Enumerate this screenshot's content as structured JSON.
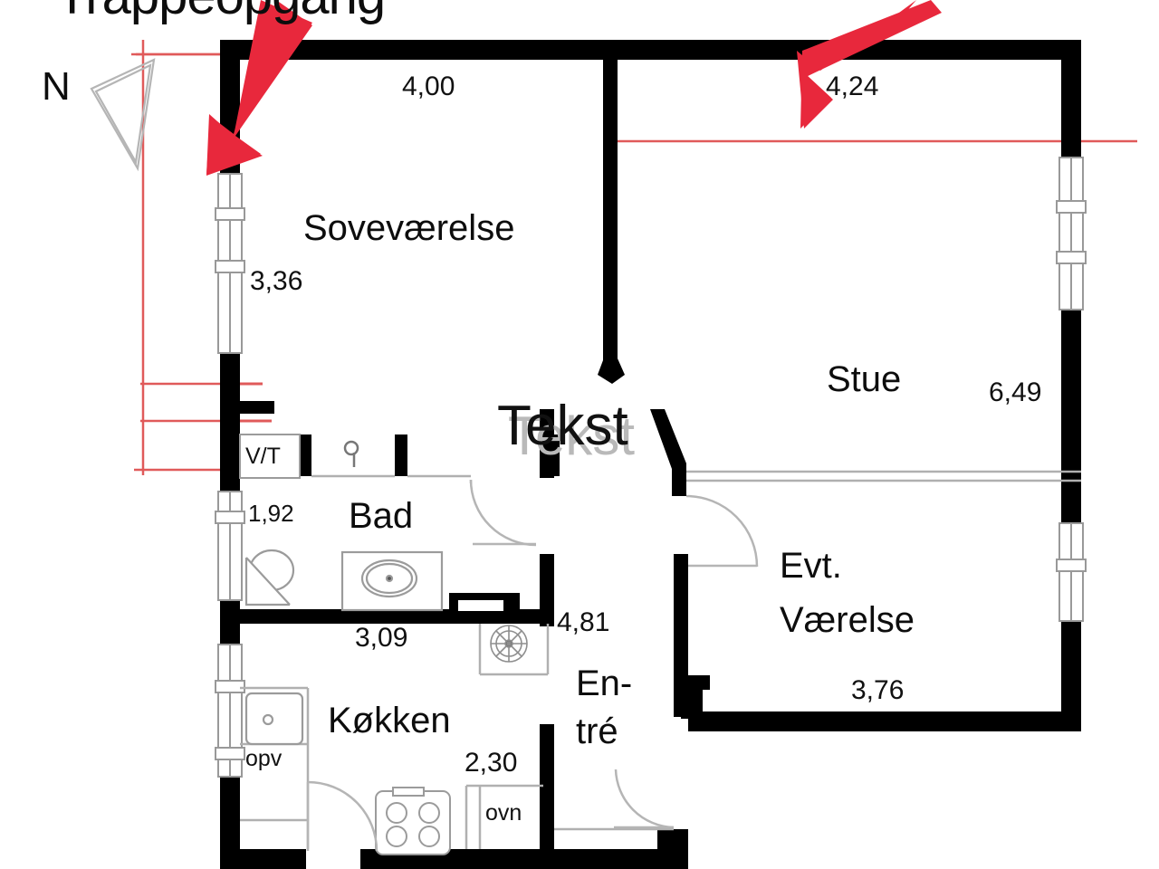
{
  "document": {
    "type": "floor-plan",
    "language": "da",
    "title": "Trappeopgang",
    "watermark": "Tekst"
  },
  "compass": {
    "label": "N",
    "icon": "north-arrow-icon"
  },
  "rooms": [
    {
      "id": "sovevaerelse",
      "name": "Soveværelse",
      "dims": [
        "4,00",
        "3,36"
      ]
    },
    {
      "id": "stue",
      "name": "Stue",
      "dims": [
        "4,24",
        "6,49"
      ]
    },
    {
      "id": "bad",
      "name": "Bad",
      "dims": [
        "1,92",
        "3,09"
      ]
    },
    {
      "id": "kokken",
      "name": "Køkken",
      "dims": [
        "2,30"
      ]
    },
    {
      "id": "entre",
      "name": "En-\ntré",
      "dims": [
        "4,81"
      ]
    },
    {
      "id": "evt_vaerelse",
      "name": "Evt.\nVærelse",
      "dims": [
        "3,76"
      ]
    }
  ],
  "labels": {
    "title": "Trappeopgang",
    "north": "N",
    "sovevaerelse": "Soveværelse",
    "stue": "Stue",
    "bad": "Bad",
    "kokken": "Køkken",
    "entre_line1": "En-",
    "entre_line2": "tré",
    "evt_line1": "Evt.",
    "evt_line2": "Værelse",
    "vt": "V/T",
    "opv": "opv",
    "ovn": "ovn",
    "watermark": "Tekst"
  },
  "dimensions": {
    "top_left": "4,00",
    "top_right": "4,24",
    "bedroom_left": "3,36",
    "stue_right": "6,49",
    "bad_left": "1,92",
    "bad_bottom": "3,09",
    "entre_width": "4,81",
    "kitchen_right": "2,30",
    "evt_width": "3,76"
  },
  "fixtures": [
    {
      "name": "toilet",
      "room": "bad"
    },
    {
      "name": "sink-basin",
      "room": "bad"
    },
    {
      "name": "floor-drain",
      "room": "bad"
    },
    {
      "name": "washer-dryer",
      "label": "V/T",
      "room": "bad"
    },
    {
      "name": "kitchen-sink",
      "room": "kokken"
    },
    {
      "name": "dishwasher",
      "label": "opv",
      "room": "kokken"
    },
    {
      "name": "oven",
      "label": "ovn",
      "room": "kokken"
    },
    {
      "name": "cooktop",
      "room": "kokken"
    }
  ],
  "annotations": {
    "arrows": [
      {
        "name": "red-arrow-left",
        "color": "#E8283C",
        "direction": "down-right"
      },
      {
        "name": "red-arrow-right",
        "color": "#E8283C",
        "direction": "down-left"
      }
    ],
    "measure_lines_color": "#E05A5A"
  },
  "colors": {
    "wall": "#000000",
    "thin_line": "#9a9a9a",
    "accent_red": "#E8283C",
    "measure_red": "#E05A5A",
    "background": "#ffffff",
    "watermark_grey": "#b9b9b9"
  }
}
